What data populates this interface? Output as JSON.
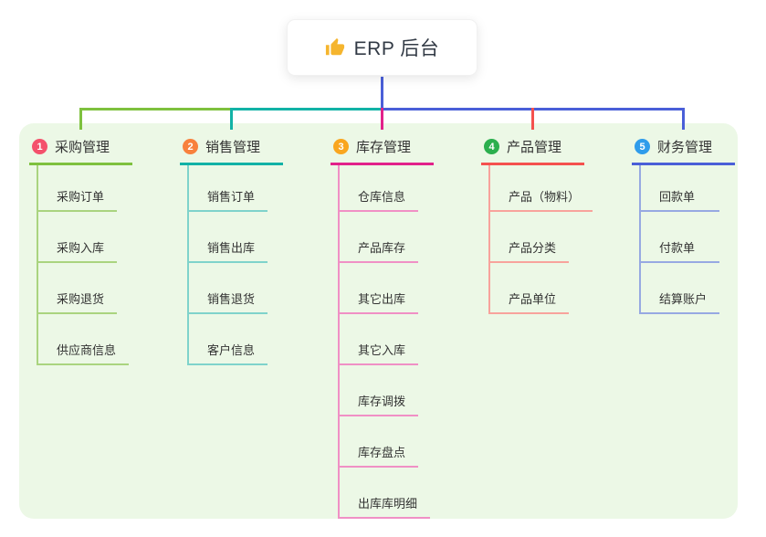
{
  "root": {
    "icon": "thumbs-up-icon",
    "icon_glyph": "👍",
    "icon_color": "#f5b52e",
    "label": "ERP 后台"
  },
  "group": {
    "background_color": "#ecf8e6"
  },
  "connector": {
    "root_line_color": "#4a5fd8"
  },
  "branches": [
    {
      "num": "1",
      "label": "采购管理",
      "badge_color": "#f4516c",
      "line_color": "#7ec13e",
      "light_color": "#aad47f",
      "items": [
        "采购订单",
        "采购入库",
        "采购退货",
        "供应商信息"
      ]
    },
    {
      "num": "2",
      "label": "销售管理",
      "badge_color": "#f8813d",
      "line_color": "#12b2a6",
      "light_color": "#7fd3cb",
      "items": [
        "销售订单",
        "销售出库",
        "销售退货",
        "客户信息"
      ]
    },
    {
      "num": "3",
      "label": "库存管理",
      "badge_color": "#f9a61f",
      "line_color": "#e2218a",
      "light_color": "#f090c5",
      "items": [
        "仓库信息",
        "产品库存",
        "其它出库",
        "其它入库",
        "库存调拨",
        "库存盘点",
        "出库库明细"
      ]
    },
    {
      "num": "4",
      "label": "产品管理",
      "badge_color": "#2caf4e",
      "line_color": "#f4514e",
      "light_color": "#f8a39c",
      "items": [
        "产品（物料）",
        "产品分类",
        "产品单位"
      ]
    },
    {
      "num": "5",
      "label": "财务管理",
      "badge_color": "#2f9ceb",
      "line_color": "#4a5fd8",
      "light_color": "#97a9e2",
      "items": [
        "回款单",
        "付款单",
        "结算账户"
      ]
    }
  ]
}
